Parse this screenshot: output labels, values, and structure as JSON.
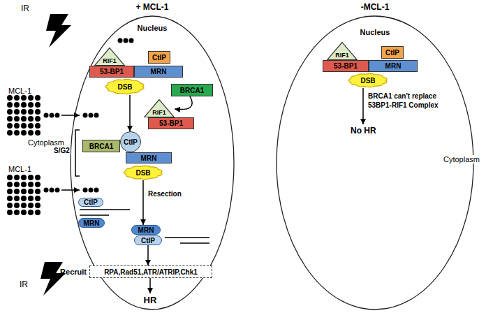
{
  "diagram": {
    "nodes": [
      {
        "text": [
          "+ MCL-1",
          "Nucleus"
        ]
      },
      {
        "text": [
          "RIF1"
        ],
        "in": 0
      },
      {
        "text": [
          "CtIP"
        ],
        "in": 0
      },
      {
        "text": [
          "53-BP1"
        ],
        "in": 0
      },
      {
        "text": [
          "MRN"
        ],
        "in": 0
      },
      {
        "text": [
          "DSB"
        ],
        "in": 0
      },
      {
        "text": [
          "BRCA1"
        ],
        "in": 0
      },
      {
        "text": [
          "RIF1"
        ],
        "in": 0
      },
      {
        "text": [
          "53-BP1"
        ],
        "in": 0
      },
      {
        "text": [
          "BRCA1"
        ],
        "in": 0
      },
      {
        "text": [
          "CtIP"
        ],
        "in": 0
      },
      {
        "text": [
          "MRN"
        ],
        "in": 0
      },
      {
        "text": [
          "DSB"
        ],
        "in": 0
      },
      {
        "text": [
          "CtIP"
        ],
        "in": 0
      },
      {
        "text": [
          "MRN"
        ],
        "in": 0
      },
      {
        "text": [
          "MRN"
        ],
        "in": 0
      },
      {
        "text": [
          "CtIP"
        ],
        "in": 0
      },
      {
        "text": [
          "Recruit",
          "RPA,Rad51,ATR/ATRIP,Chk1"
        ],
        "in": 0
      },
      {
        "text": [
          "HR"
        ],
        "in": 0
      },
      {
        "text": [
          "-MCL-1",
          "Nucleus"
        ]
      },
      {
        "text": [
          "RIF1"
        ],
        "in": 19
      },
      {
        "text": [
          "CtIP"
        ],
        "in": 19
      },
      {
        "text": [
          "53-BP1"
        ],
        "in": 19
      },
      {
        "text": [
          "MRN"
        ],
        "in": 19
      },
      {
        "text": [
          "DSB"
        ],
        "in": 19
      },
      {
        "text": [
          "No HR"
        ],
        "in": 19
      }
    ],
    "edges": [
      {
        "from": 5,
        "to": 10,
        "arrow": "to"
      },
      {
        "from": 6,
        "to": 7,
        "arrow": "to"
      },
      {
        "from": 12,
        "to": 15,
        "arrow": "to",
        "label": "Resection"
      },
      {
        "from": 16,
        "to": 17,
        "arrow": "to"
      },
      {
        "from": 17,
        "to": 18,
        "arrow": "to"
      },
      {
        "from": 24,
        "to": 25,
        "arrow": "to",
        "label": "BRCA1 can't replace 53BP1-RIF1 Complex"
      }
    ],
    "labels": [
      "IR",
      "MCL-1",
      "Cytoplasm",
      "S/G2",
      "MCL-1",
      "IR",
      "Cytoplasm"
    ]
  }
}
